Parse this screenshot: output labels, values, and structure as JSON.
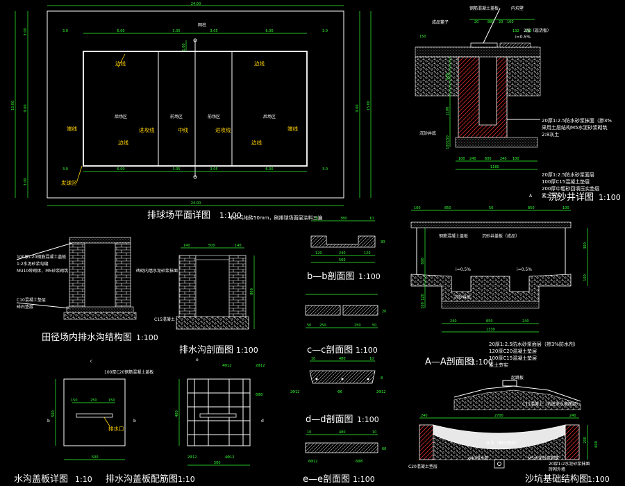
{
  "drawing": {
    "colors": {
      "background": "#000000",
      "line": "#ffffff",
      "dimension": "#33ff33",
      "label": "#ffd200",
      "hatch": "#ff3333"
    },
    "court_plan": {
      "title": "排球场平面详图",
      "scale": "1:100",
      "dims": {
        "total_length": "24.00",
        "total_width": "15.00",
        "inner_width": "9.00",
        "side": "3.0",
        "court": "6.00",
        "front": "3.05",
        "end": "3.0",
        "left_top": "3.00",
        "left_mid": "9.00",
        "left_bot": "3.00",
        "post_mark": "1.00"
      },
      "zones": {
        "back": "后场区",
        "front": "前场区"
      },
      "lines": {
        "side": "边线",
        "end": "端线",
        "attack": "进攻线",
        "center": "中线"
      },
      "post": "网柱",
      "serve": "发球区",
      "note": "中乒乓地砖50mm，刷排球场面层涂料三遍"
    },
    "sand_well": {
      "title": "沉沙井详图",
      "scale": "1:100",
      "top": {
        "cover": "钢筋混凝土盖板",
        "inner_curb": "内坑壁",
        "grate": "成品篦子",
        "slope": "i=0.5%",
        "layers2": "2层（现浇板）",
        "d1": "150",
        "d2": "20",
        "d3": "880",
        "d4": "20",
        "d5": "100",
        "d6": "132",
        "d7": "150"
      },
      "wall": {
        "d1": "600",
        "d2": "1100",
        "d3": "150",
        "d4": "100"
      },
      "bottom": {
        "d1": "100",
        "d2": "240",
        "d3": "600",
        "d4": "240",
        "d5": "100",
        "total": "1180"
      },
      "label": "沉砂井底",
      "notes": [
        "20厚1:2.5防水砂浆抹面（掺3%",
        "采用土层结构M5水泥砂浆砌筑",
        "2:8灰土"
      ],
      "notes2": [
        "20厚1:2.5防水砂浆面层",
        "100厚C15混凝土垫层",
        "200厚中粗砂回填压实垫层",
        "素土夯实"
      ],
      "marker": "A"
    },
    "aa_section": {
      "title": "A—A剖面图",
      "scale": "1:100",
      "cover": "钢筋混凝土盖板",
      "grate": "沉砂井盖板（成品）",
      "base": "沉砂井底",
      "slope1": "i=0.5%",
      "slope2": "i=0.5%",
      "dims": {
        "d1": "100",
        "d2": "850",
        "d3": "50",
        "d4": "850",
        "d5": "100",
        "b1": "240",
        "b2": "850",
        "b3": "240",
        "total": "1330",
        "h1": "600",
        "h2": "300",
        "h3": "120",
        "h4": "100",
        "h5": "100"
      },
      "notes": [
        "20厚1:2.5防水砂浆面层（掺3%防水剂）",
        "120厚C20混凝土垫层",
        "100厚C15混凝土垫层",
        "素土夯实"
      ]
    },
    "track_ditch": {
      "title": "田径场内排水沟结构图",
      "scale": "1:100",
      "labels": [
        "100厚C20钢筋混凝土盖板",
        "1:2水泥砂浆勾缝",
        "MU10砖砌体，M5砂浆砌筑",
        "C10混凝土垫层",
        "碎石垫层"
      ]
    },
    "ditch_section": {
      "title": "排水沟剖面图",
      "scale": "1:100",
      "labels": [
        "砖砌内墙水泥砂浆抹面",
        "C15混凝土"
      ],
      "dims": {
        "d1": "140",
        "d2": "500",
        "d3": "140",
        "h": "800"
      }
    },
    "bb": {
      "title": "b—b剖面图",
      "scale": "1:100",
      "dims": {
        "t1": "10",
        "t2": "380",
        "t3": "10",
        "m1": "120",
        "m2": "240",
        "m3": "120",
        "total": "500",
        "h": "30"
      }
    },
    "cc": {
      "title": "c—c剖面图",
      "scale": "1:100",
      "dims": {
        "d1": "50",
        "d2": "250",
        "d3": "250",
        "d4": "50",
        "h": "20"
      }
    },
    "dd": {
      "title": "d—d剖面图",
      "scale": "1:100",
      "dims": {
        "t1": "10",
        "t2": "480",
        "t3": "10",
        "l": "2Φ12",
        "m": "Φ6",
        "r": "2Φ12",
        "h": "8"
      }
    },
    "ee": {
      "title": "e—e剖面图",
      "scale": "1:100",
      "dims": {
        "t1": "10",
        "t2": "480",
        "t3": "10",
        "l": "6Φ12",
        "r": "6Φ8",
        "h": "60"
      }
    },
    "cover_plate": {
      "title": "水沟盖板详图",
      "scale": "1:10",
      "top_label": "100厚C20钢筋混凝土盖板",
      "marks": {
        "c": "c",
        "b_left": "b",
        "b_right": "b"
      },
      "dims": {
        "d1": "150",
        "d2": "250",
        "d3": "150",
        "w": "500",
        "h": "500"
      },
      "slot": "排水口"
    },
    "rebar_plate": {
      "title": "排水沟盖板配筋图",
      "scale": "1:10",
      "marks": {
        "e": "e",
        "d": "d"
      },
      "dims": {
        "t1": "4Φ12",
        "t2": "2Φ12",
        "r": "6Φ8",
        "bl": "2Φ12",
        "br": "4Φ12",
        "w": "500",
        "h": "400"
      }
    },
    "sand_pit": {
      "title": "沙坑基础结构图",
      "scale": "1:100",
      "dims": {
        "d1": "240",
        "d2": "2700",
        "d3": "240",
        "h1": "200",
        "h2": "600"
      },
      "labels": [
        "起跳板",
        "C15混凝土（坑底泄水坡面层）",
        "φ40排水管",
        "砖砌外墙",
        "20厚1:2水泥砂浆抹面",
        "M5水泥砂浆砌筑",
        "沙坑（细沙填实）",
        "C20混凝土垫层"
      ]
    }
  }
}
